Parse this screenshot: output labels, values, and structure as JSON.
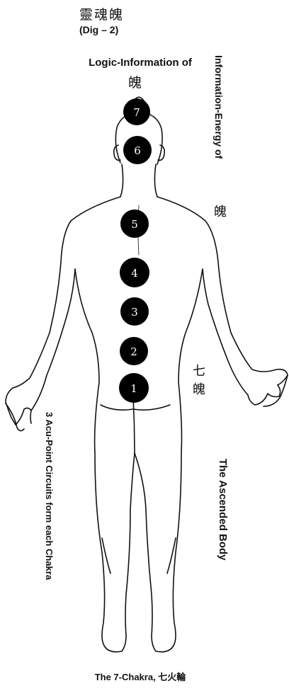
{
  "title": {
    "cjk": "靈魂魄",
    "sub": "(Dig – 2)"
  },
  "labels": {
    "logic_information": "Logic-Information of",
    "logic_cjk": "魄",
    "information_energy": "Information-Energy of",
    "information_cjk": "魄",
    "seven_po_line1": "七",
    "seven_po_line2": "魄",
    "acu_point": "3 Acu-Point Circuits form each Chakra",
    "ascended_body": "The Ascended Body",
    "caption": "The 7-Chakra, 七火輪"
  },
  "chakras": [
    {
      "number": "7"
    },
    {
      "number": "6"
    },
    {
      "number": "5"
    },
    {
      "number": "4"
    },
    {
      "number": "3"
    },
    {
      "number": "2"
    },
    {
      "number": "1"
    }
  ],
  "colors": {
    "chakra_fill": "#000000",
    "chakra_text": "#ffffff",
    "outline": "#111111"
  }
}
